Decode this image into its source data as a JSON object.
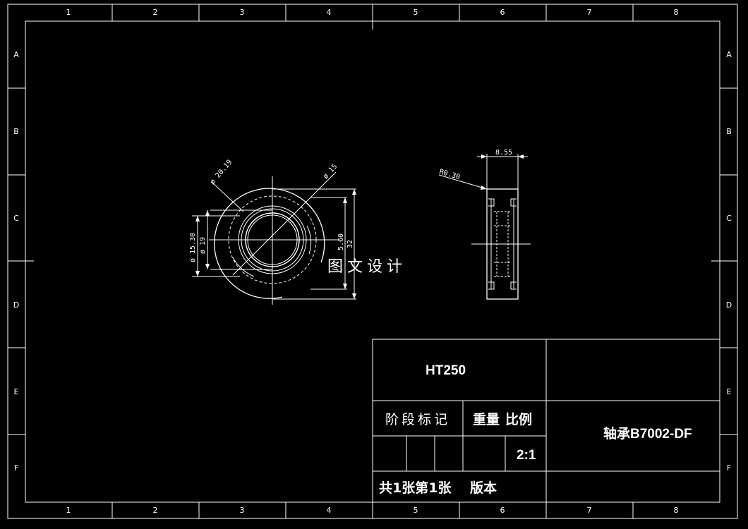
{
  "border": {
    "columns": [
      "1",
      "2",
      "3",
      "4",
      "5",
      "6",
      "7",
      "8"
    ],
    "rows": [
      "A",
      "B",
      "C",
      "D",
      "E",
      "F"
    ]
  },
  "front_view": {
    "dim_outer_diameter": "ø 20.19",
    "dim_inner_diameter": "ø 15",
    "dim_left_1": "ø 19",
    "dim_left_2": "ø 15.30",
    "dim_right_1": "5.60",
    "dim_right_2": "32"
  },
  "side_view": {
    "dim_width": "8.55",
    "dim_radius": "R0.30"
  },
  "watermark": "图文设计",
  "title_block": {
    "material": "HT250",
    "stage_label": "阶段标记",
    "weight_label": "重量",
    "scale_label": "比例",
    "scale_value": "2:1",
    "part_name": "轴承B7002-DF",
    "sheet_info": "共1张第1张",
    "version_label": "版本"
  },
  "colors": {
    "background": "#000000",
    "lines": "#ffffff"
  }
}
